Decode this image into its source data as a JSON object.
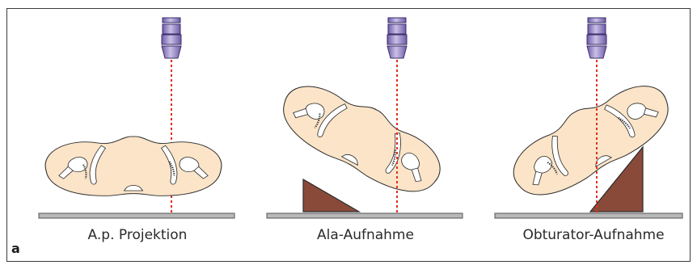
{
  "panel_label": "a",
  "captions": {
    "ap": "A.p. Projektion",
    "ala": "Ala-Aufnahme",
    "obturator": "Obturator-Aufnahme"
  },
  "colors": {
    "pelvis_fill": "#fbe4c8",
    "bone_fill": "#ffffff",
    "outline": "#2b2b2b",
    "beam": "#e0301e",
    "tube": "#9b8bc4",
    "wedge": "#8a4a3a",
    "table": "#b8b8b8"
  }
}
